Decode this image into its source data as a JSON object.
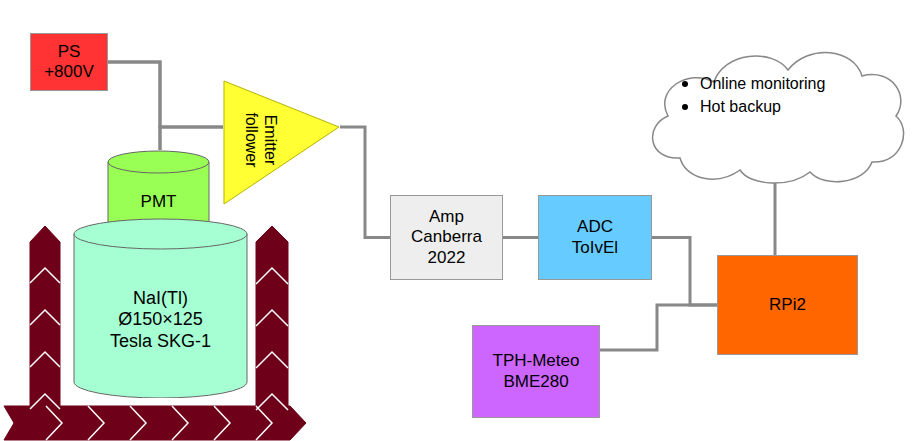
{
  "diagram": {
    "nodes": [
      {
        "text": [
          "PS +800V"
        ]
      },
      {
        "text": [
          "Emitter follower"
        ]
      },
      {
        "text": [
          "Online monitoring",
          "Hot backup"
        ]
      },
      {
        "text": [
          "PMT"
        ]
      },
      {
        "text": [
          "NaI(Tl) Ø150×125 Tesla SKG-1"
        ]
      },
      {
        "text": [
          "Amp Canberra 2022"
        ]
      },
      {
        "text": [
          "ADC ToIvEl"
        ]
      },
      {
        "text": [
          "RPi2"
        ]
      },
      {
        "text": [
          "TPH-Meteo BME280"
        ]
      }
    ],
    "edges": [
      {
        "from": 0,
        "to": 3,
        "arrow": "none"
      },
      {
        "from": 0,
        "to": 1,
        "arrow": "none"
      },
      {
        "from": 3,
        "to": 1,
        "arrow": "none"
      },
      {
        "from": 1,
        "to": 5,
        "arrow": "none"
      },
      {
        "from": 5,
        "to": 6,
        "arrow": "none"
      },
      {
        "from": 6,
        "to": 7,
        "arrow": "none"
      },
      {
        "from": 8,
        "to": 7,
        "arrow": "none"
      },
      {
        "from": 2,
        "to": 7,
        "arrow": "none"
      }
    ]
  }
}
